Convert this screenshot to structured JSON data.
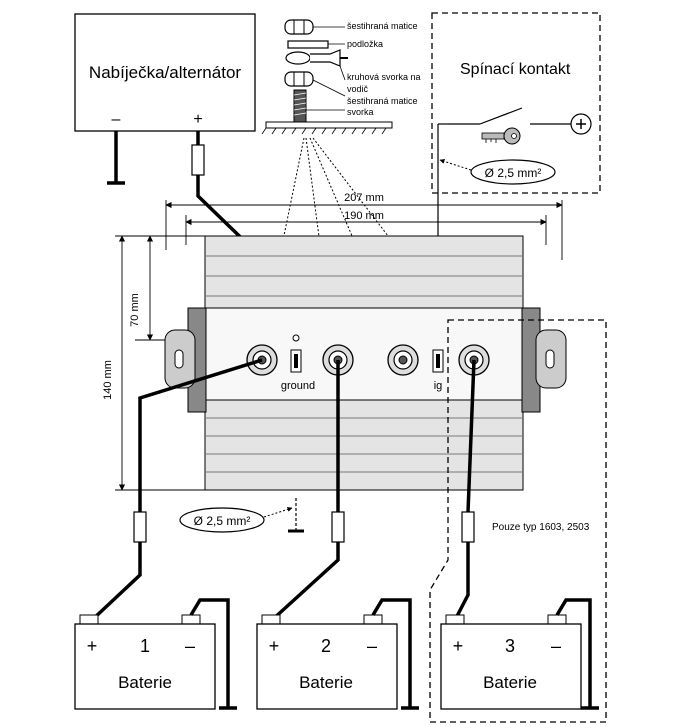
{
  "charger": {
    "title": "Nabíječka/alternátor",
    "minus": "–",
    "plus": "+"
  },
  "switch_contact": {
    "title": "Spínací kontakt",
    "wire": "Ø 2,5 mm²"
  },
  "hardware_legend": {
    "hex_nut_top": "šestihraná matice",
    "washer": "podložka",
    "ring_terminal_line1": "kruhová svorka na",
    "ring_terminal_line2": "vodič",
    "hex_nut_bottom": "šestihraná matice",
    "terminal": "svorka"
  },
  "dimensions": {
    "width_outer": "207 mm",
    "width_inner": "190 mm",
    "height_inner": "70 mm",
    "height_outer": "140 mm"
  },
  "device_labels": {
    "ground": "ground",
    "ig": "ig"
  },
  "ground_wire": "Ø 2,5 mm²",
  "option_note": "Pouze typ 1603, 2503",
  "batteries": [
    {
      "plus": "+",
      "number": "1",
      "minus": "–",
      "label": "Baterie"
    },
    {
      "plus": "+",
      "number": "2",
      "minus": "–",
      "label": "Baterie"
    },
    {
      "plus": "+",
      "number": "3",
      "minus": "–",
      "label": "Baterie"
    }
  ]
}
